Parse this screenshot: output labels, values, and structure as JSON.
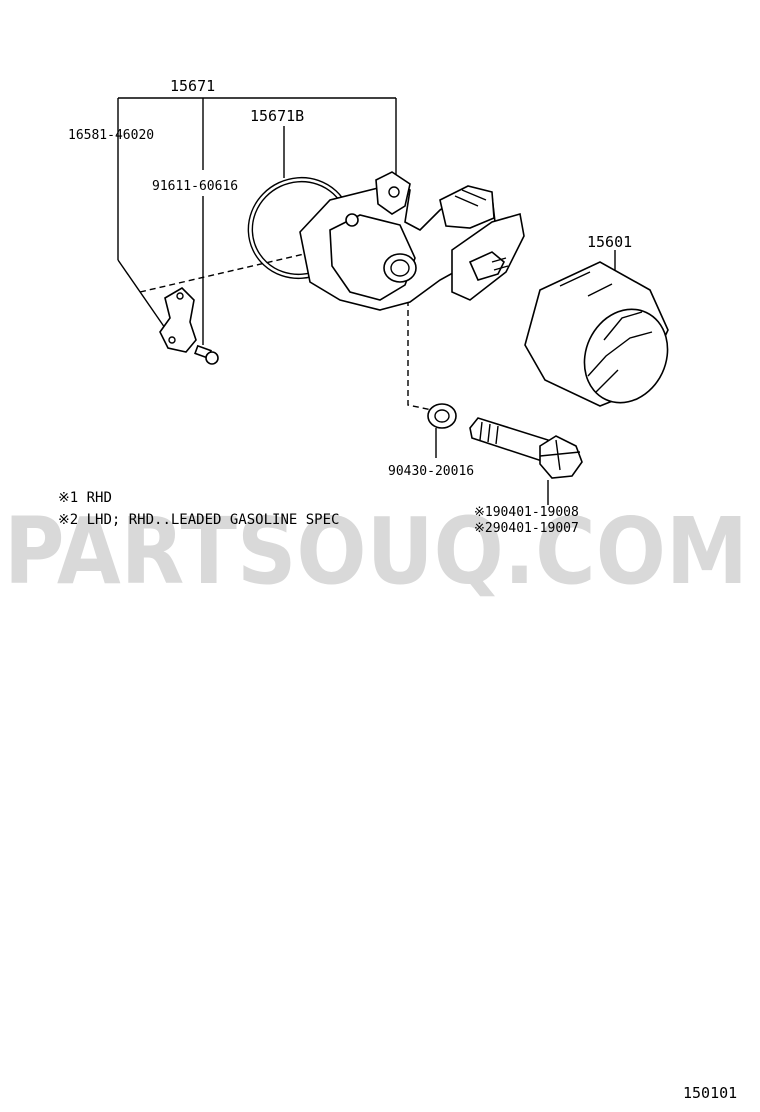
{
  "diagram": {
    "labels": {
      "assembly": "15671",
      "gasket": "15671B",
      "bracket": "16581-46020",
      "bolt": "91611-60616",
      "filter": "15601",
      "washer": "90430-20016",
      "union_bolt_1": "※190401-19008",
      "union_bolt_2": "※290401-19007"
    },
    "notes": [
      "※1 RHD",
      "※2 LHD; RHD..LEADED GASOLINE SPEC"
    ],
    "watermark": "PARTSOUQ.COM",
    "page_code": "150101"
  }
}
